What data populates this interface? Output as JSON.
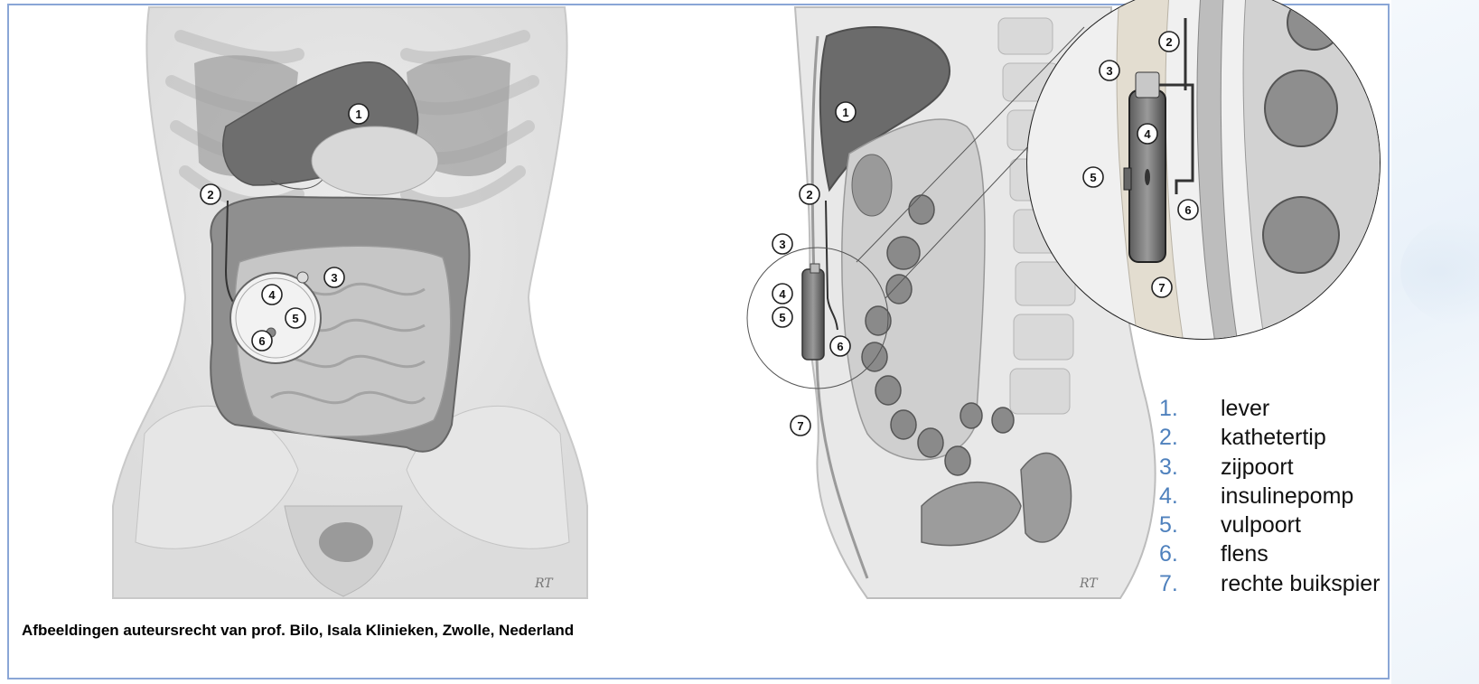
{
  "figure": {
    "caption": "Afbeeldingen auteursrecht van prof. Bilo, Isala Klinieken, Zwolle, Nederland",
    "signature": "RT",
    "front_callouts": [
      "1",
      "2",
      "3",
      "4",
      "5",
      "6"
    ],
    "side_callouts": [
      "1",
      "2",
      "3",
      "4",
      "5",
      "6",
      "7"
    ],
    "zoom_callouts": [
      "2",
      "3",
      "4",
      "5",
      "6",
      "7"
    ]
  },
  "legend": [
    {
      "num": "1.",
      "label": "lever"
    },
    {
      "num": "2.",
      "label": "kathetertip"
    },
    {
      "num": "3.",
      "label": "zijpoort"
    },
    {
      "num": "4.",
      "label": "insulinepomp"
    },
    {
      "num": "5.",
      "label": "vulpoort"
    },
    {
      "num": "6.",
      "label": "flens"
    },
    {
      "num": "7.",
      "label": "rechte buikspier"
    }
  ],
  "colors": {
    "frame": "#8aa6d6",
    "legend_number": "#4f81bd",
    "organ_dark": "#7a7a7a",
    "organ_mid": "#a9a9a9",
    "organ_light": "#d6d6d6"
  }
}
